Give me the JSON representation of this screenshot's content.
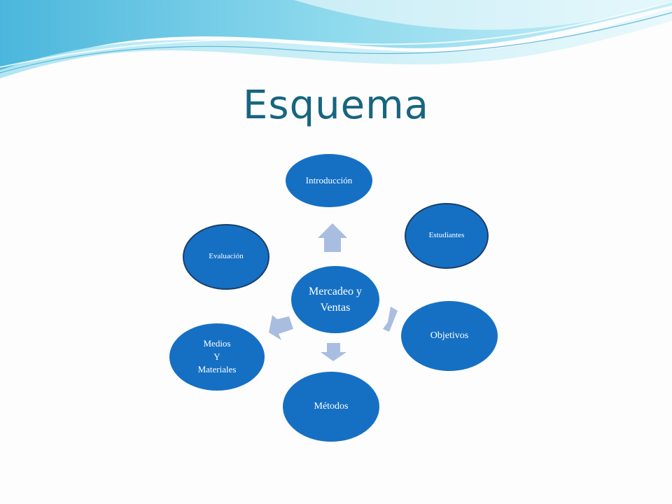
{
  "slide": {
    "title": "Esquema"
  },
  "diagram": {
    "center": {
      "line1": "Mercadeo y",
      "line2": "Ventas"
    },
    "nodes": {
      "introduccion": "Introducción",
      "estudiantes": "Estudiantes",
      "objetivos": "Objetivos",
      "metodos": "Métodos",
      "medios": {
        "line1": "Medios",
        "line2": "Y",
        "line3": "Materiales"
      },
      "evaluacion": "Evaluación"
    }
  },
  "colors": {
    "title": "#17657f",
    "node_fill": "#1570c4",
    "node_outline": "#1a3f69",
    "arrow_fill": "#a9bde0",
    "wave_light": "#c9eef5",
    "wave_mid": "#7fd3e8",
    "wave_dark": "#3aa7cf"
  }
}
